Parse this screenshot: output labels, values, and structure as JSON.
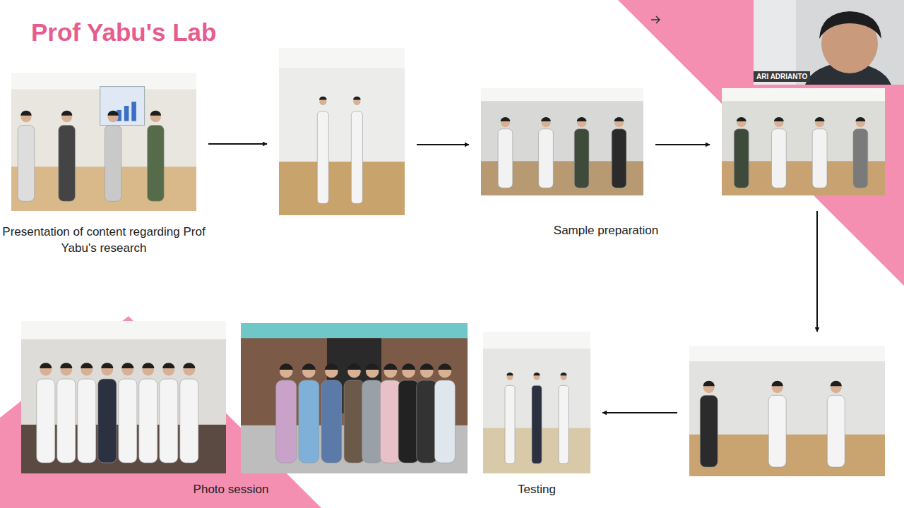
{
  "diagram": {
    "title": "Prof Yabu's Lab",
    "nodes": [
      {
        "text": [
          "Presentation of content regarding Prof Yabu's research"
        ]
      },
      {
        "text": []
      },
      {
        "text": [
          "Sample preparation"
        ]
      },
      {
        "text": []
      },
      {
        "text": []
      },
      {
        "text": [
          "Testing"
        ]
      },
      {
        "text": [
          "Photo session"
        ]
      },
      {
        "text": []
      }
    ],
    "edges": [
      {
        "from": 0,
        "to": 1,
        "arrow": "to"
      },
      {
        "from": 1,
        "to": 2,
        "arrow": "to"
      },
      {
        "from": 2,
        "to": 3,
        "arrow": "to"
      },
      {
        "from": 3,
        "to": 4,
        "arrow": "to"
      },
      {
        "from": 4,
        "to": 5,
        "arrow": "to"
      }
    ],
    "labels": [
      "ARI ADRIANTO"
    ]
  }
}
